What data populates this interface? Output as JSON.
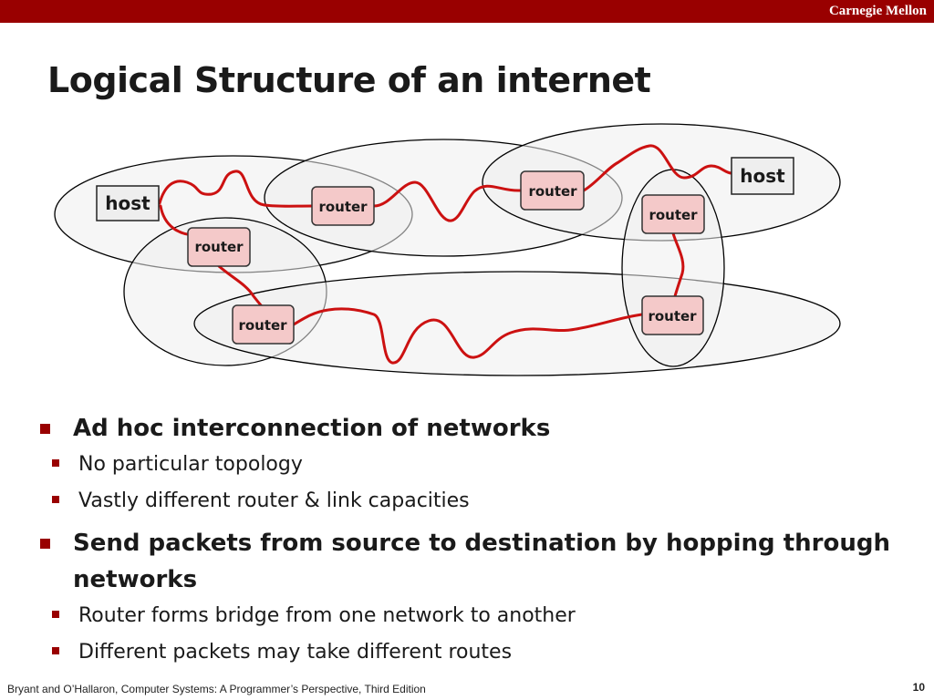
{
  "header": {
    "brand": "Carnegie Mellon"
  },
  "slide": {
    "title": "Logical Structure of an internet"
  },
  "diagram": {
    "hosts": [
      "host",
      "host"
    ],
    "routers": [
      "router",
      "router",
      "router",
      "router",
      "router",
      "router"
    ]
  },
  "bullets": [
    {
      "text": "Ad hoc interconnection of networks",
      "sub": [
        "No particular topology",
        "Vastly different router & link capacities"
      ]
    },
    {
      "text": "Send packets from source to destination by hopping through networks",
      "sub": [
        "Router forms bridge from one network to another",
        "Different packets may take different routes"
      ]
    }
  ],
  "footer": {
    "citation": "Bryant and O’Hallaron, Computer Systems: A Programmer’s Perspective, Third Edition",
    "page": "10"
  },
  "colors": {
    "accent": "#990000",
    "link": "#cc1111",
    "router_fill": "#f4c9c9",
    "host_fill": "#eeeeee",
    "network_fill": "#eeeeee"
  }
}
